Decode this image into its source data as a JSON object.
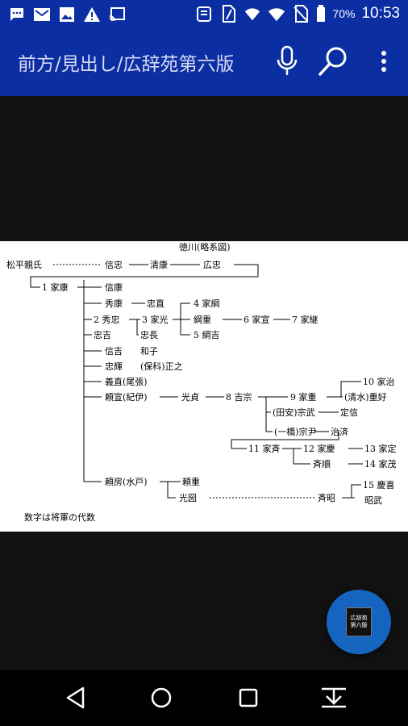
{
  "status_bar": {
    "icons": [
      "chat-icon",
      "gmail-icon",
      "image-icon",
      "warning-icon",
      "cast-icon",
      "nfc-icon",
      "sim-icon",
      "wifi-signal-icon",
      "wifi-icon",
      "no-sim-icon",
      "battery-icon"
    ],
    "battery": "70%",
    "time": "10:53"
  },
  "app_bar": {
    "title": "前方/見出し/広辞苑第六版",
    "actions": [
      "microphone-icon",
      "search-icon",
      "more-vert-icon"
    ]
  },
  "figure": {
    "title": "徳川(略系図)",
    "names": {
      "n1": "松平親氏",
      "n2": "信忠",
      "n3": "清康",
      "n4": "広忠",
      "n5": "1 家康",
      "n6": "信康",
      "n7": "秀康",
      "n8": "忠直",
      "n9": "2 秀忠",
      "n10": "3 家光",
      "n11": "4 家綱",
      "n12": "綱重",
      "n13": "6 家宣",
      "n14": "7 家継",
      "n15": "5 綱吉",
      "n16": "忠吉",
      "n17": "忠長",
      "n18": "信吉",
      "n19": "和子",
      "n20": "忠輝",
      "n21": "(保科)正之",
      "n22": "義直(尾張)",
      "n23": "頼宣(紀伊)",
      "n24": "光貞",
      "n25": "8 吉宗",
      "n26": "9 家重",
      "n27": "10 家治",
      "n28": "(清水)重好",
      "n29": "(田安)宗武",
      "n30": "定信",
      "n31": "(一橋)宗尹",
      "n32": "治済",
      "n33": "11 家斉",
      "n34": "12 家慶",
      "n35": "13 家定",
      "n36": "斉順",
      "n37": "14 家茂",
      "n38": "頼房(水戸)",
      "n39": "頼重",
      "n40": "光圀",
      "n41": "斉昭",
      "n42": "15 慶喜",
      "n43": "昭武"
    },
    "note": "数字は将軍の代数"
  },
  "fab": {
    "line1": "広辞苑",
    "line2": "第六版"
  },
  "nav_bar": {
    "buttons": [
      "back-icon",
      "home-icon",
      "recents-icon",
      "download-icon"
    ]
  }
}
